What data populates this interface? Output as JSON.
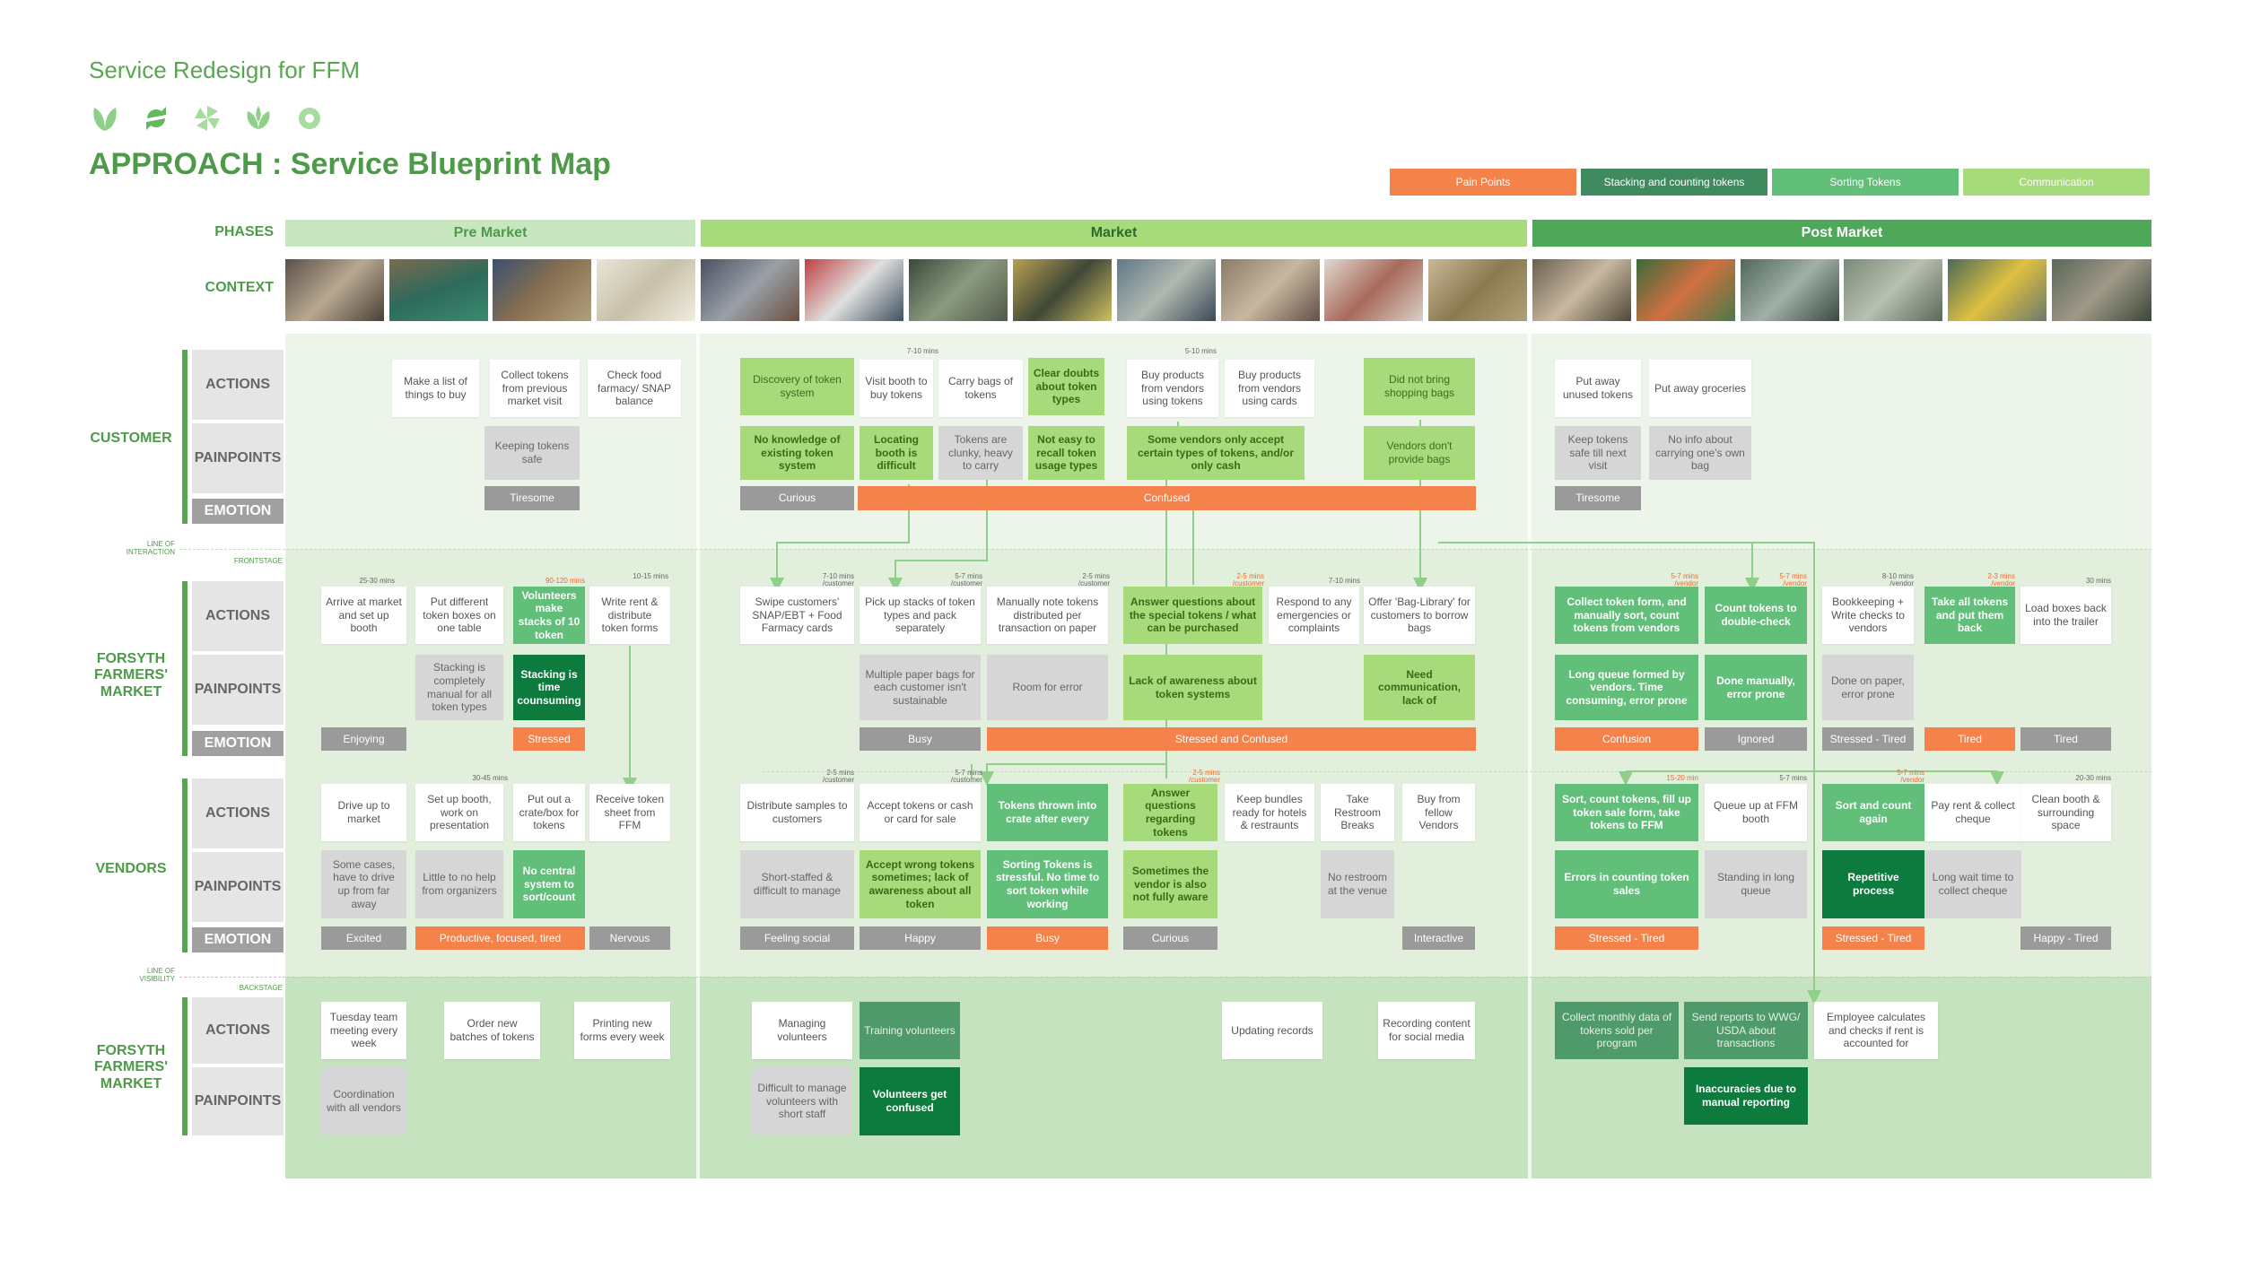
{
  "header": {
    "subtitle": "Service Redesign for FFM",
    "title": "APPROACH : Service Blueprint Map"
  },
  "legend": [
    {
      "label": "Pain Points",
      "color": "#f5824a"
    },
    {
      "label": "Stacking and counting tokens",
      "color": "#3f8a5f"
    },
    {
      "label": "Sorting Tokens",
      "color": "#62bf7a"
    },
    {
      "label": "Communication",
      "color": "#a6da7a"
    }
  ],
  "row_labels": {
    "phases": "PHASES",
    "context": "CONTEXT",
    "customer": "CUSTOMER",
    "ffm": "FORSYTH\nFARMERS'\nMARKET",
    "vendors": "VENDORS",
    "ffm_back": "FORSYTH\nFARMERS'\nMARKET",
    "actions": "ACTIONS",
    "painpoints": "PAINPOINTS",
    "emotion": "EMOTION",
    "line_interaction": "LINE OF\nINTERACTION",
    "frontstage": "FRONTSTAGE",
    "line_visibility": "LINE OF\nVISIBILITY",
    "backstage": "BACKSTAGE"
  },
  "phases": [
    "Pre Market",
    "Market",
    "Post Market"
  ],
  "icons": [
    "leaf-icon",
    "refresh-icon",
    "pinwheel-icon",
    "sprout-icon",
    "ring-icon"
  ],
  "colors": {
    "brand_green": "#4d9a49",
    "pain": "#f5824a",
    "stack": "#3f8a5f",
    "sort": "#62bf7a",
    "comm": "#a6da7a"
  },
  "cards": [
    {
      "text": "Make a list of things to buy"
    },
    {
      "text": "Collect tokens from previous market visit"
    },
    {
      "text": "Check food farmacy/ SNAP balance"
    },
    {
      "text": "Discovery of token system"
    },
    {
      "text": "Visit booth to buy tokens"
    },
    {
      "text": "Carry bags of tokens"
    },
    {
      "text": "Clear doubts about token types"
    },
    {
      "text": "Buy products from vendors using tokens"
    },
    {
      "text": "Buy products from vendors using cards"
    },
    {
      "text": "Did not bring shopping bags"
    },
    {
      "text": "Put away unused tokens"
    },
    {
      "text": "Put away groceries"
    },
    {
      "text": "Keeping tokens safe"
    },
    {
      "text": "No knowledge of existing token system"
    },
    {
      "text": "Locating booth is difficult"
    },
    {
      "text": "Tokens are clunky, heavy to carry"
    },
    {
      "text": "Not easy to recall token usage types"
    },
    {
      "text": "Some vendors only accept certain types of tokens, and/or only cash"
    },
    {
      "text": "Vendors don't provide bags"
    },
    {
      "text": "Keep tokens safe till next visit"
    },
    {
      "text": "No info about carrying one's own bag"
    },
    {
      "text": "Tiresome"
    },
    {
      "text": "Curious"
    },
    {
      "text": "Confused"
    },
    {
      "text": "Tiresome"
    },
    {
      "text": "Arrive at market and set up booth"
    },
    {
      "text": "Put different token boxes on one table"
    },
    {
      "text": "Volunteers make stacks of 10 token"
    },
    {
      "text": "Write rent & distribute token forms"
    },
    {
      "text": "Swipe customers' SNAP/EBT + Food Farmacy cards"
    },
    {
      "text": "Pick up stacks of token types and pack separately"
    },
    {
      "text": "Manually note tokens distributed per transaction on paper"
    },
    {
      "text": "Answer questions about the special tokens / what can be purchased"
    },
    {
      "text": "Respond to any emergencies or complaints"
    },
    {
      "text": "Offer 'Bag-Library' for customers to borrow bags"
    },
    {
      "text": "Collect token form, and manually sort, count tokens from vendors"
    },
    {
      "text": "Count tokens to double-check"
    },
    {
      "text": "Bookkeeping + Write checks to vendors"
    },
    {
      "text": "Take all tokens and put them back"
    },
    {
      "text": "Load boxes back into the trailer"
    },
    {
      "text": "Stacking is completely manual for all token types"
    },
    {
      "text": "Stacking is time counsuming"
    },
    {
      "text": "Multiple paper bags for each customer isn't sustainable"
    },
    {
      "text": "Room for error"
    },
    {
      "text": "Lack of awareness about token systems"
    },
    {
      "text": "Need communication, lack of"
    },
    {
      "text": "Long queue formed by vendors. Time consuming, error prone"
    },
    {
      "text": "Done manually, error prone"
    },
    {
      "text": "Done on paper, error prone"
    },
    {
      "text": "Enjoying"
    },
    {
      "text": "Stressed"
    },
    {
      "text": "Busy"
    },
    {
      "text": "Stressed and Confused"
    },
    {
      "text": "Confusion"
    },
    {
      "text": "Ignored"
    },
    {
      "text": "Stressed - Tired"
    },
    {
      "text": "Tired"
    },
    {
      "text": "Tired"
    },
    {
      "text": "Drive up to market"
    },
    {
      "text": "Set up booth, work on presentation"
    },
    {
      "text": "Put out a crate/box for tokens"
    },
    {
      "text": "Receive token sheet from FFM"
    },
    {
      "text": "Distribute samples to customers"
    },
    {
      "text": "Accept tokens or cash or card for sale"
    },
    {
      "text": "Tokens thrown into crate after every"
    },
    {
      "text": "Answer questions regarding tokens"
    },
    {
      "text": "Keep bundles ready for hotels & restraunts"
    },
    {
      "text": "Take Restroom Breaks"
    },
    {
      "text": "Buy from fellow Vendors"
    },
    {
      "text": "Sort, count tokens, fill up token sale form, take tokens to FFM"
    },
    {
      "text": "Queue up at FFM booth"
    },
    {
      "text": "Sort and count again"
    },
    {
      "text": "Pay rent & collect cheque"
    },
    {
      "text": "Clean booth & surrounding space"
    },
    {
      "text": "Some cases, have to drive up from far away"
    },
    {
      "text": "Little to no help from organizers"
    },
    {
      "text": "No central system to sort/count"
    },
    {
      "text": "Short-staffed & difficult to manage"
    },
    {
      "text": "Accept wrong tokens sometimes; lack of awareness about all token"
    },
    {
      "text": "Sorting Tokens is stressful. No time to sort token while working"
    },
    {
      "text": "Sometimes the vendor is also not fully aware"
    },
    {
      "text": "No restroom at the venue"
    },
    {
      "text": "Errors in counting token sales"
    },
    {
      "text": "Standing in long queue"
    },
    {
      "text": "Repetitive process"
    },
    {
      "text": "Long wait time to collect cheque"
    },
    {
      "text": "Excited"
    },
    {
      "text": "Productive, focused, tired"
    },
    {
      "text": "Nervous"
    },
    {
      "text": "Feeling social"
    },
    {
      "text": "Happy"
    },
    {
      "text": "Busy"
    },
    {
      "text": "Curious"
    },
    {
      "text": "Interactive"
    },
    {
      "text": "Stressed - Tired"
    },
    {
      "text": "Stressed - Tired"
    },
    {
      "text": "Happy - Tired"
    },
    {
      "text": "Tuesday team meeting every week"
    },
    {
      "text": "Order new batches of tokens"
    },
    {
      "text": "Printing new forms every week"
    },
    {
      "text": "Managing volunteers"
    },
    {
      "text": "Training volunteers"
    },
    {
      "text": "Updating records"
    },
    {
      "text": "Recording content for social media"
    },
    {
      "text": "Collect monthly data of tokens sold per program"
    },
    {
      "text": "Send reports to WWG/ USDA about transactions"
    },
    {
      "text": "Employee calculates and checks if rent is accounted for"
    },
    {
      "text": "Coordination with all vendors"
    },
    {
      "text": "Difficult to manage volunteers with short staff"
    },
    {
      "text": "Volunteers get confused"
    },
    {
      "text": "Inaccuracies due to manual reporting"
    }
  ],
  "times": [
    "7-10 mins",
    "5-10 mins",
    "25-30 mins",
    "90-120 mins",
    "10-15 mins",
    "7-10 mins /customer",
    "5-7 mins /customer",
    "2-5 mins /customer",
    "2-5 mins /customer",
    "7-10 mins",
    "5-7 mins /vendor",
    "5-7 mins /vendor",
    "8-10 mins /vendor",
    "2-3 mins /vendor",
    "30 mins",
    "30-45 mins",
    "2-5 mins /customer",
    "5-7 mins /customer",
    "2-5 mins /customer",
    "15-20 min",
    "5-7 mins",
    "5-7 mins /vendor",
    "20-30 mins"
  ]
}
